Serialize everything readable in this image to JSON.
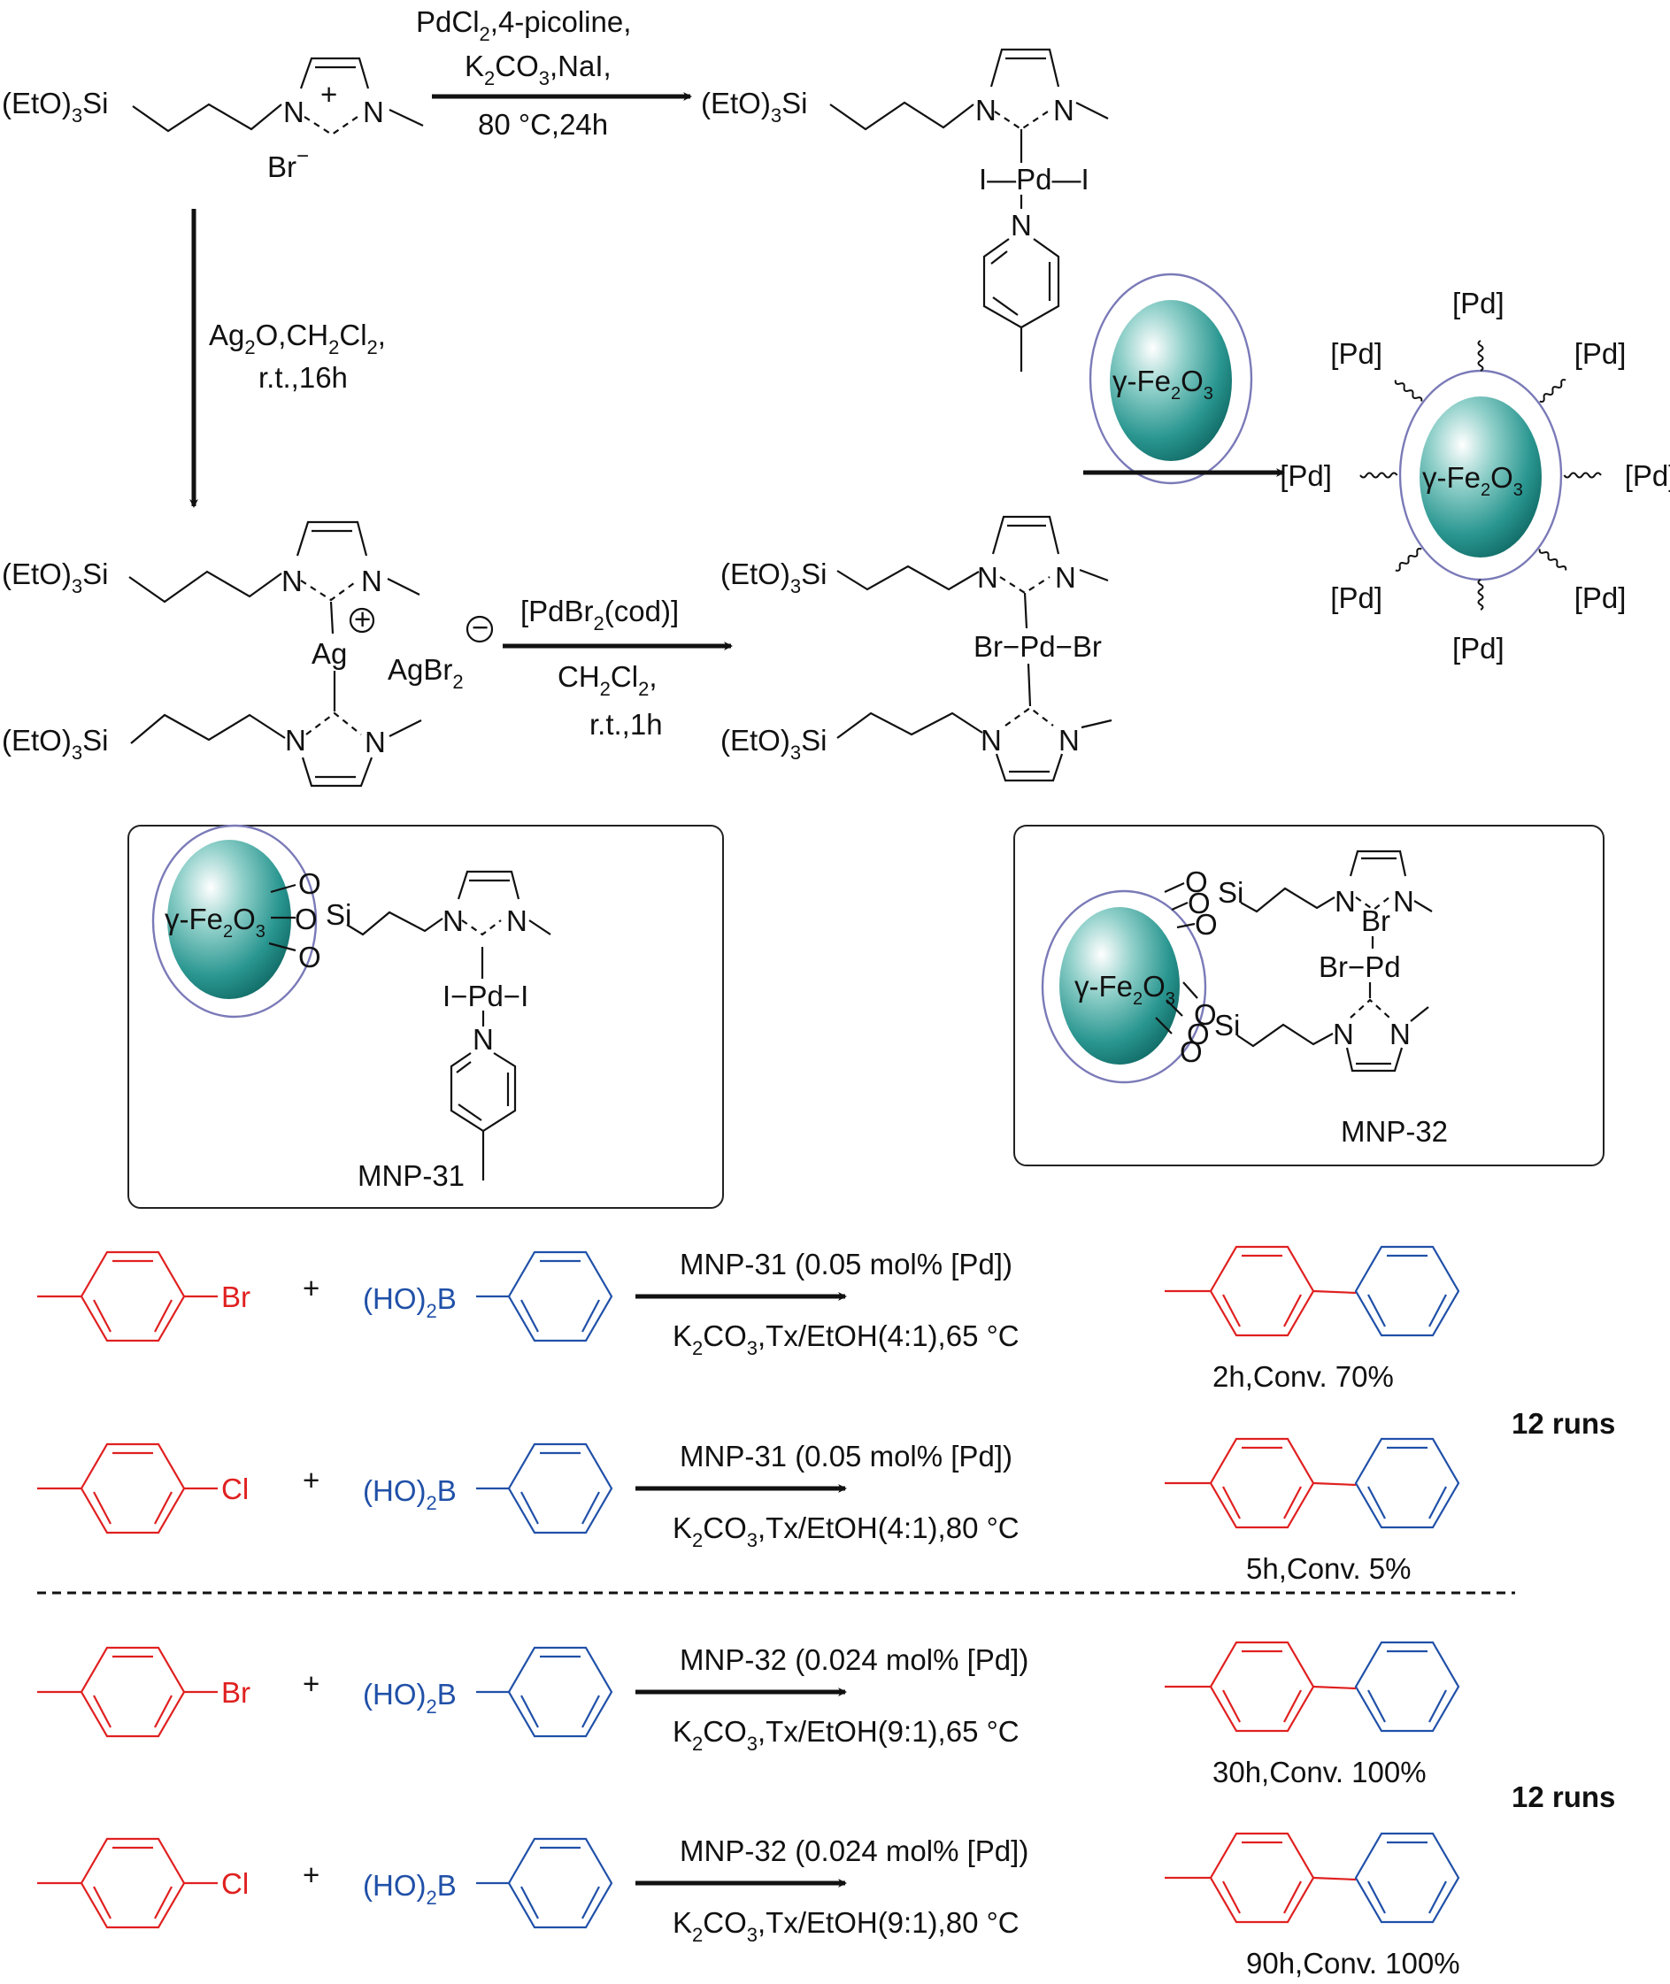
{
  "colors": {
    "halide_fragment": "#e02020",
    "boronic_fragment": "#2050a8",
    "nanoparticle_core": "#1f8a84",
    "nanoparticle_shell": "#7a7ab8"
  },
  "synthesis": {
    "start_material": {
      "silyl_group": "(EtO)",
      "silyl_sub": "3",
      "silyl_si": "Si",
      "n1": "N",
      "n3": "N",
      "charge": "+",
      "counterion": "Br",
      "counterion_charge": "−"
    },
    "step1_reagents": [
      "PdCl",
      "2",
      ",4-picoline,",
      "K",
      "2",
      "CO",
      "3",
      ",NaI,",
      "80 °C,24h"
    ],
    "step1_product": {
      "silyl_group": "(EtO)",
      "silyl_sub": "3",
      "silyl_si": "Si",
      "n1": "N",
      "n3": "N",
      "pd_line": "I—Pd—I",
      "pyridine_n": "N"
    },
    "step2_reagents": {
      "line1_a": "Ag",
      "line1_b": "2",
      "line1_c": "O,CH",
      "line1_d": "2",
      "line1_e": "Cl",
      "line1_f": "2",
      "line1_g": ",",
      "line2": "r.t.,16h"
    },
    "silver_complex": {
      "silyl_group": "(EtO)",
      "silyl_sub": "3",
      "silyl_si": "Si",
      "metal": "Ag",
      "cation_sign": "+",
      "anion_sign": "−",
      "anion": "AgBr",
      "anion_sub": "2",
      "n": "N"
    },
    "step3_reagents": {
      "line1_a": "[PdBr",
      "line1_b": "2",
      "line1_c": "(cod)]",
      "line2_a": "CH",
      "line2_b": "2",
      "line2_c": "Cl",
      "line2_d": "2",
      "line2_e": ",",
      "line3": "r.t.,1h"
    },
    "bis_nhc_product": {
      "silyl_group": "(EtO)",
      "silyl_sub": "3",
      "silyl_si": "Si",
      "pd_line": "Br−Pd−Br",
      "n": "N"
    },
    "immobilization": {
      "core_label": "γ-Fe",
      "core_sub1": "2",
      "core_o": "O",
      "core_sub2": "3",
      "pd_label": "[Pd]",
      "pd_count": 8
    }
  },
  "catalysts": [
    {
      "name": "MNP-31",
      "linker": "O",
      "si": "Si",
      "n": "N",
      "pd_line": "I−Pd−I",
      "core_label": "γ-Fe",
      "core_sub1": "2",
      "core_o": "O",
      "core_sub2": "3"
    },
    {
      "name": "MNP-32",
      "linker": "O",
      "si": "Si",
      "n": "N",
      "br_top": "Br",
      "pd_line": "Br−Pd",
      "core_label": "γ-Fe",
      "core_sub1": "2",
      "core_o": "O",
      "core_sub2": "3"
    }
  ],
  "reactions": [
    {
      "halide": "Br",
      "boronic_a": "(HO)",
      "boronic_sub": "2",
      "boronic_b": "B",
      "plus": "+",
      "catalyst": "MNP-31 (0.05 mol% [Pd])",
      "cond_a": "K",
      "cond_sub1": "2",
      "cond_b": "CO",
      "cond_sub2": "3",
      "cond_c": ",Tx/EtOH(4:1),65 °C",
      "result": "2h,Conv.  70%",
      "time_h": 2,
      "conversion_pct": 70
    },
    {
      "halide": "Cl",
      "boronic_a": "(HO)",
      "boronic_sub": "2",
      "boronic_b": "B",
      "plus": "+",
      "catalyst": "MNP-31 (0.05 mol% [Pd])",
      "cond_a": "K",
      "cond_sub1": "2",
      "cond_b": "CO",
      "cond_sub2": "3",
      "cond_c": ",Tx/EtOH(4:1),80 °C",
      "result": "5h,Conv.  5%",
      "time_h": 5,
      "conversion_pct": 5
    },
    {
      "halide": "Br",
      "boronic_a": "(HO)",
      "boronic_sub": "2",
      "boronic_b": "B",
      "plus": "+",
      "catalyst": "MNP-32 (0.024 mol% [Pd])",
      "cond_a": "K",
      "cond_sub1": "2",
      "cond_b": "CO",
      "cond_sub2": "3",
      "cond_c": ",Tx/EtOH(9:1),65 °C",
      "result": "30h,Conv.  100%",
      "time_h": 30,
      "conversion_pct": 100
    },
    {
      "halide": "Cl",
      "boronic_a": "(HO)",
      "boronic_sub": "2",
      "boronic_b": "B",
      "plus": "+",
      "catalyst": "MNP-32 (0.024 mol% [Pd])",
      "cond_a": "K",
      "cond_sub1": "2",
      "cond_b": "CO",
      "cond_sub2": "3",
      "cond_c": ",Tx/EtOH(9:1),80 °C",
      "result": "90h,Conv.  100%",
      "time_h": 90,
      "conversion_pct": 100
    }
  ],
  "recycling": [
    {
      "label": "12 runs"
    },
    {
      "label": "12 runs"
    }
  ]
}
